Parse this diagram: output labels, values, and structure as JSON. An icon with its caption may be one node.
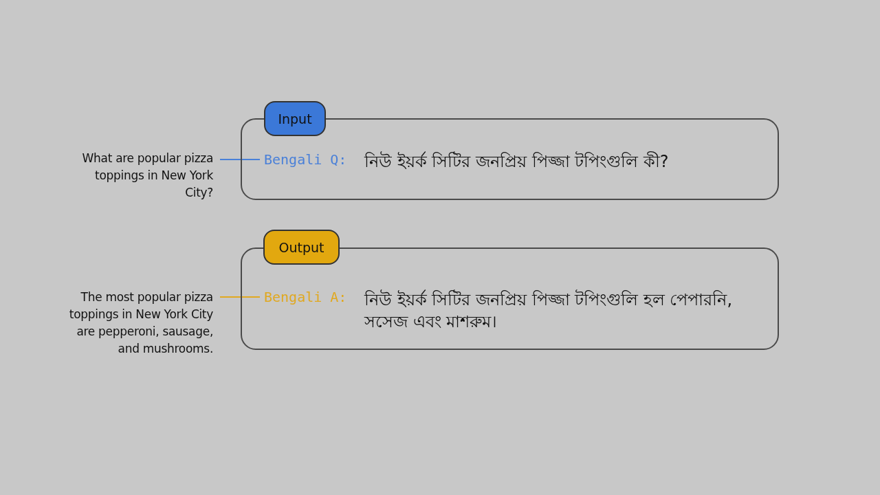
{
  "diagram": {
    "nodes": [
      {
        "text": [
          "Input"
        ]
      },
      {
        "text": [
          "নিউ ইয়র্ক সিটির জনপ্রিয় পিজ্জা টপিংগুলি কী?"
        ]
      },
      {
        "text": [
          "Bengali Q:"
        ],
        "in": 1
      },
      {
        "text": [
          "What are popular pizza toppings in New York City?"
        ]
      },
      {
        "text": [
          "Output"
        ]
      },
      {
        "text": [
          "নিউ ইয়র্ক সিটির জনপ্রিয় পিজ্জা টপিংগুলি হল পেপারনি, সসেজ এবং মাশরুম।"
        ]
      },
      {
        "text": [
          "Bengali A:"
        ],
        "in": 5
      },
      {
        "text": [
          "The most popular pizza toppings in New York City are pepperoni, sausage, and mushrooms."
        ]
      }
    ],
    "edges": [
      {
        "from": 3,
        "to": 2,
        "arrow": "none",
        "color": "#4a80d8"
      },
      {
        "from": 7,
        "to": 6,
        "arrow": "none",
        "color": "#e0a820"
      }
    ]
  }
}
